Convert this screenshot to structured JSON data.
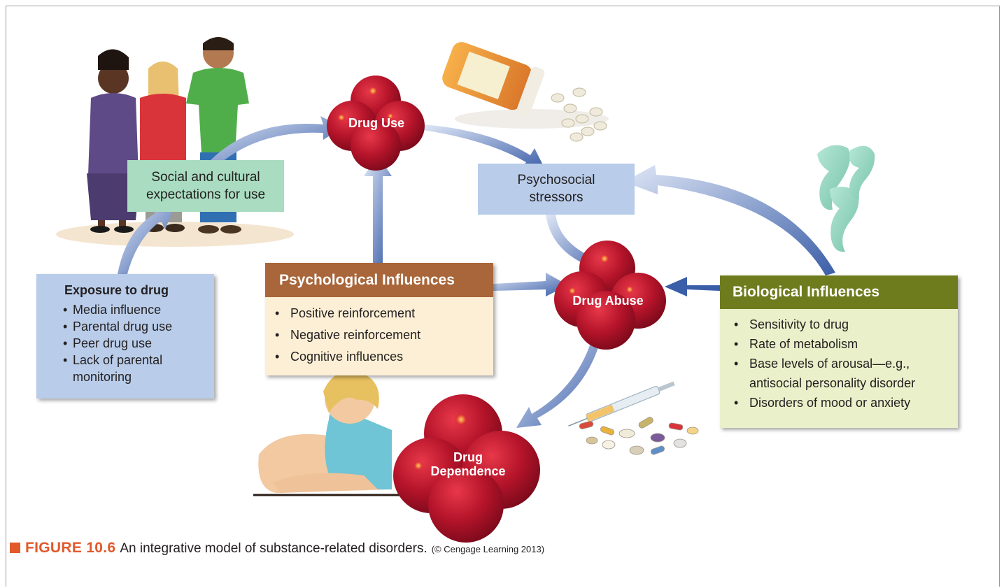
{
  "nodes": {
    "drug_use": "Drug Use",
    "drug_abuse": "Drug Abuse",
    "drug_dependence_line1": "Drug",
    "drug_dependence_line2": "Dependence"
  },
  "social_box": {
    "line1": "Social and cultural",
    "line2": "expectations for use"
  },
  "stressors_box": {
    "line1": "Psychosocial",
    "line2": "stressors"
  },
  "exposure_box": {
    "title": "Exposure to drug",
    "items": [
      "Media influence",
      "Parental drug use",
      "Peer drug use",
      "Lack of parental",
      "monitoring"
    ]
  },
  "psychological_box": {
    "title": "Psychological Influences",
    "items": [
      "Positive reinforcement",
      "Negative reinforcement",
      "Cognitive influences"
    ]
  },
  "biological_box": {
    "title": "Biological Influences",
    "items": [
      "Sensitivity to drug",
      "Rate of metabolism",
      "Base levels of arousal—e.g.,",
      "antisocial personality disorder",
      "Disorders of mood or anxiety"
    ]
  },
  "caption": {
    "label": "FIGURE 10.6",
    "text": "An integrative model of substance-related disorders.",
    "credit": "(© Cengage Learning 2013)"
  },
  "colors": {
    "node_red": "#c0182a",
    "arrow_blue": "#3b5ea8",
    "social_green": "#a9dcc0",
    "stressor_blue": "#b9cdea",
    "psych_brown": "#a9663a",
    "bio_olive": "#6f7c1e",
    "caption_orange": "#e2592b"
  },
  "illustrations": [
    "three-people-illustration",
    "pill-bottle-illustration",
    "chromosome-illustration",
    "syringe-and-pills-illustration",
    "woman-injecting-illustration"
  ]
}
